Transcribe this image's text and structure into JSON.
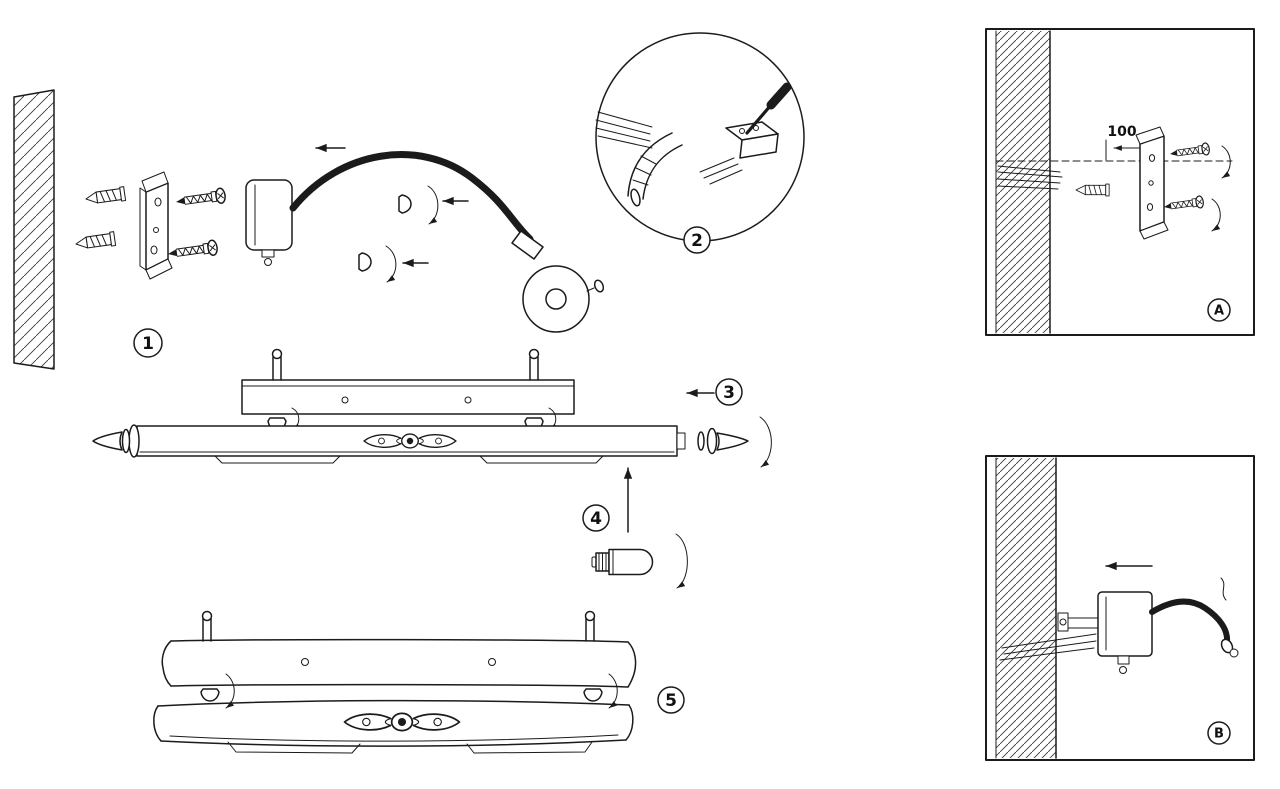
{
  "diagram": {
    "steps": {
      "s1": "1",
      "s2": "2",
      "s3": "3",
      "s4": "4",
      "s5": "5"
    },
    "insets": {
      "a": {
        "label": "A",
        "dimension": "100"
      },
      "b": {
        "label": "B"
      }
    },
    "colors": {
      "line": "#1b1b1b",
      "background": "#ffffff"
    }
  }
}
